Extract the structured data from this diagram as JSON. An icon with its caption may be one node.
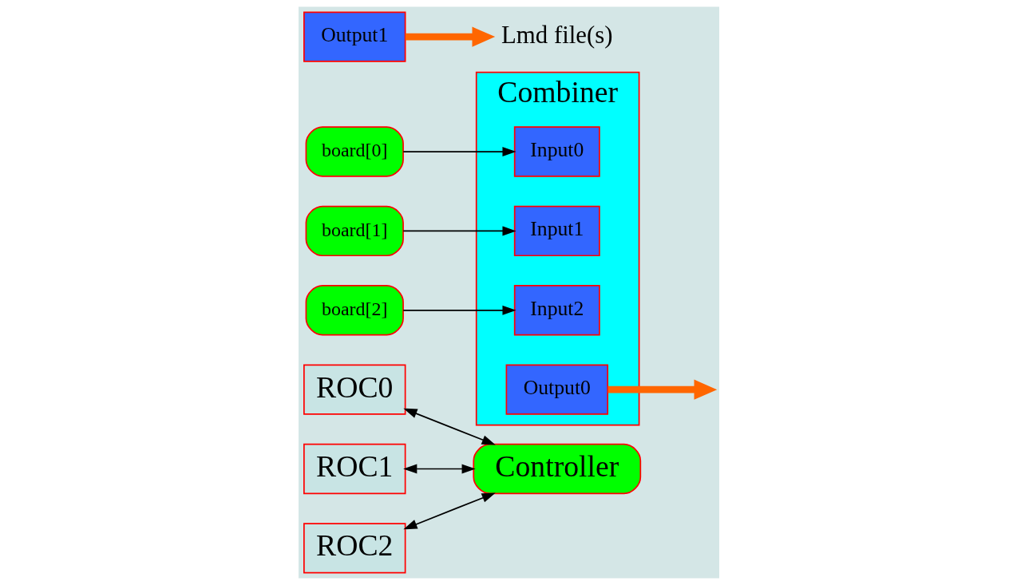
{
  "diagram": {
    "nodes": [
      {
        "text": [
          "ROC0"
        ]
      },
      {
        "text": [
          "ROC1"
        ]
      },
      {
        "text": [
          "ROC2"
        ]
      },
      {
        "text": [
          "Controller"
        ]
      },
      {
        "text": [
          "board[0]"
        ]
      },
      {
        "text": [
          "board[1]"
        ]
      },
      {
        "text": [
          "board[2]"
        ]
      },
      {
        "text": [
          "Combiner"
        ]
      },
      {
        "text": [
          "Input0"
        ],
        "in": 7
      },
      {
        "text": [
          "Input1"
        ],
        "in": 7
      },
      {
        "text": [
          "Input2"
        ],
        "in": 7
      },
      {
        "text": [
          "Output0"
        ],
        "in": 7
      },
      {
        "text": [
          "Output1"
        ]
      },
      {
        "text": [
          "Lmd file(s)"
        ]
      }
    ],
    "edges": [
      {
        "from": 0,
        "to": 3,
        "arrow": "both"
      },
      {
        "from": 1,
        "to": 3,
        "arrow": "both"
      },
      {
        "from": 2,
        "to": 3,
        "arrow": "both"
      },
      {
        "from": 4,
        "to": 8,
        "arrow": "to"
      },
      {
        "from": 5,
        "to": 9,
        "arrow": "to"
      },
      {
        "from": 6,
        "to": 10,
        "arrow": "to"
      },
      {
        "from": 11,
        "to": null,
        "arrow": "to",
        "style": "thick",
        "color": "#ff6600"
      },
      {
        "from": 12,
        "to": 13,
        "arrow": "to",
        "style": "thick",
        "color": "#ff6600"
      }
    ]
  }
}
